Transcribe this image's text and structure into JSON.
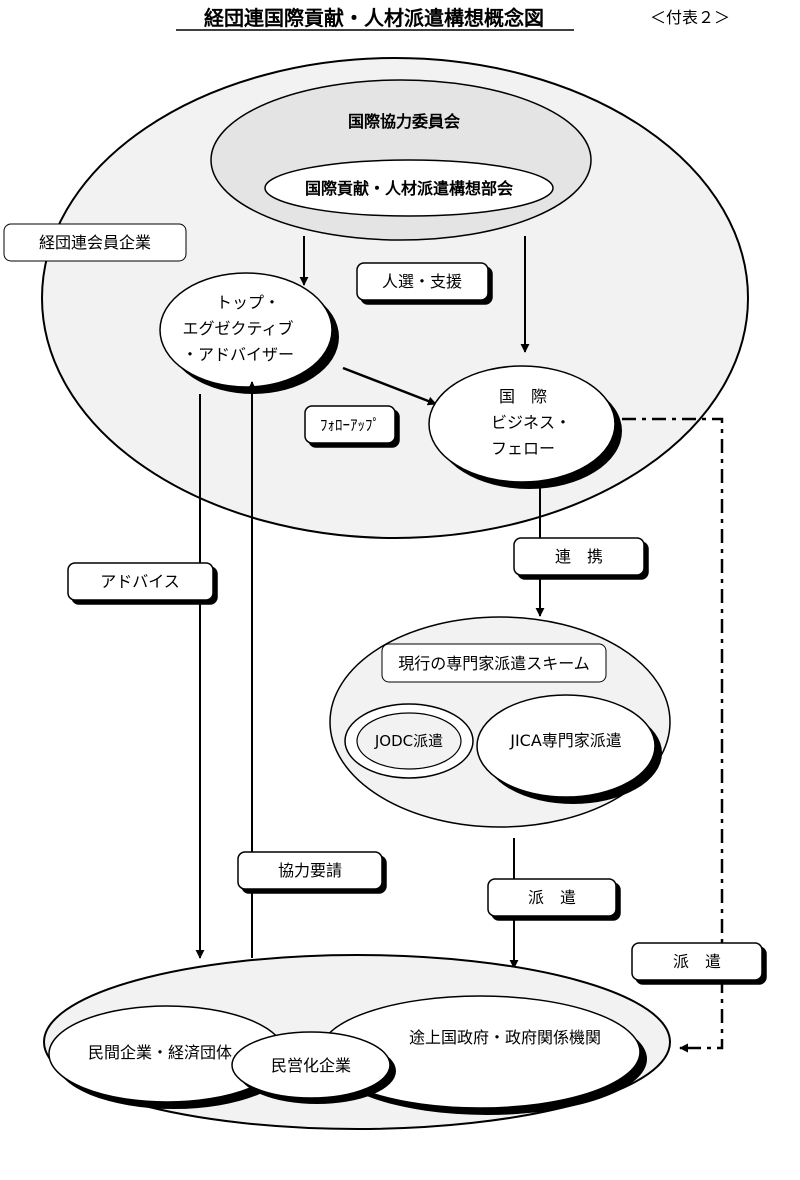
{
  "title": "経団連国際貢献・人材派遣構想概念図",
  "annex": "＜付表２＞",
  "nodes": {
    "intl_cooperation_committee": "国際協力委員会",
    "subcommittee": "国際貢献・人材派遣構想部会",
    "member_companies": "経団連会員企業",
    "top_executive_advisor": [
      "トップ・",
      "エグゼクティブ",
      "・アドバイザー"
    ],
    "intl_business_fellow": [
      "国　際",
      "ビジネス・",
      "フェロー"
    ],
    "expert_scheme": "現行の専門家派遣スキーム",
    "jodc": "JODC派遣",
    "jica": "JICA専門家派遣",
    "private_companies": "民間企業・経済団体",
    "privatized_companies": "民営化企業",
    "developing_government": "途上国政府・政府関係機関"
  },
  "labels": {
    "selection_support": "人選・支援",
    "follow_up": "ﾌｫﾛｰｱｯﾌﾟ",
    "cooperation": "連　携",
    "advice": "アドバイス",
    "request_cooperation": "協力要請",
    "dispatch": "派　遣",
    "dispatch_direct": "派　遣"
  },
  "colors": {
    "stroke": "#000000",
    "light_fill": "#f2f2f2",
    "committee_fill": "#e4e4e4",
    "white": "#ffffff"
  }
}
